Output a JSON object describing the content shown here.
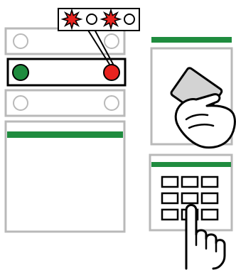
{
  "colors": {
    "green": "#1f8c3f",
    "red": "#e8231f",
    "panel_border": "#b9b9b9",
    "panel_fill": "#ffffff",
    "card_fill": "#d3d3d3",
    "outline": "#000000",
    "key_grey": "#cfcfcf"
  },
  "system_panel": {
    "modules": [
      {
        "name": "module-top",
        "left_led": "off",
        "right_led": "off",
        "highlighted": false
      },
      {
        "name": "module-middle",
        "left_led": "green",
        "right_led": "red",
        "highlighted": true
      },
      {
        "name": "module-bottom",
        "left_led": "off",
        "right_led": "off",
        "highlighted": false
      }
    ],
    "lower_unit": {
      "status_bar": "green"
    }
  },
  "indicator_callout": {
    "sequence": [
      "flash",
      "off",
      "flash",
      "off"
    ]
  },
  "card_reader": {
    "status_bar": "green",
    "icon": "hand-presenting-card-icon"
  },
  "keypad": {
    "status_bar": "green",
    "rows": 3,
    "cols": 3,
    "icon": "finger-pressing-key-icon"
  }
}
